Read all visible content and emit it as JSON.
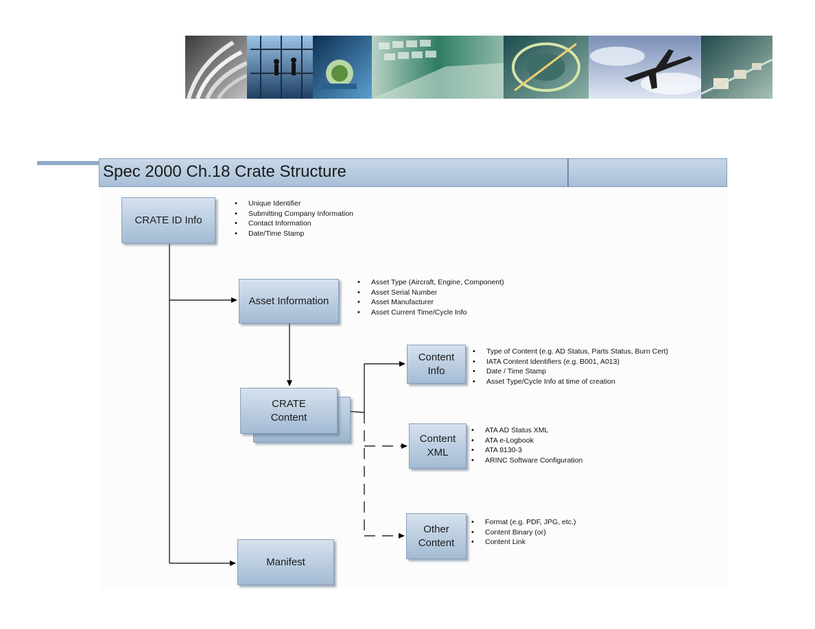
{
  "title": "Spec 2000 Ch.18 Crate Structure",
  "boxes": {
    "crate_id": "CRATE ID Info",
    "asset_info": "Asset Information",
    "crate_content": "CRATE\nContent",
    "content_info": "Content\nInfo",
    "content_xml": "Content\nXML",
    "other_content": "Other\nContent",
    "manifest": "Manifest"
  },
  "lists": {
    "crate_id": [
      "Unique Identifier",
      "Submitting Company Information",
      "Contact Information",
      "Date/Time Stamp"
    ],
    "asset_info": [
      "Asset Type (Aircraft, Engine, Component)",
      "Asset Serial Number",
      "Asset Manufacturer",
      "Asset Current Time/Cycle Info"
    ],
    "content_info": [
      "Type of Content (e.g. AD Status, Parts Status, Burn Cert)",
      "IATA Content Identifiers (e.g. B001, A013)",
      "Date / Time Stamp",
      "Asset Type/Cycle Info at time of creation"
    ],
    "content_xml": [
      "ATA AD Status XML",
      "ATA e-Logbook",
      "ATA 8130-3",
      "ARINC Software Configuration"
    ],
    "other_content": [
      "Format (e.g. PDF, JPG, etc.)",
      "Content Binary (or)",
      "Content Link"
    ]
  },
  "banner_panels": [
    "turbine-blades-photo",
    "workers-on-scaffold-photo",
    "circuit-chip-photo",
    "keyboard-photo",
    "aircraft-interior-photo",
    "airplane-in-sky-photo",
    "conveyor-boxes-photo"
  ]
}
